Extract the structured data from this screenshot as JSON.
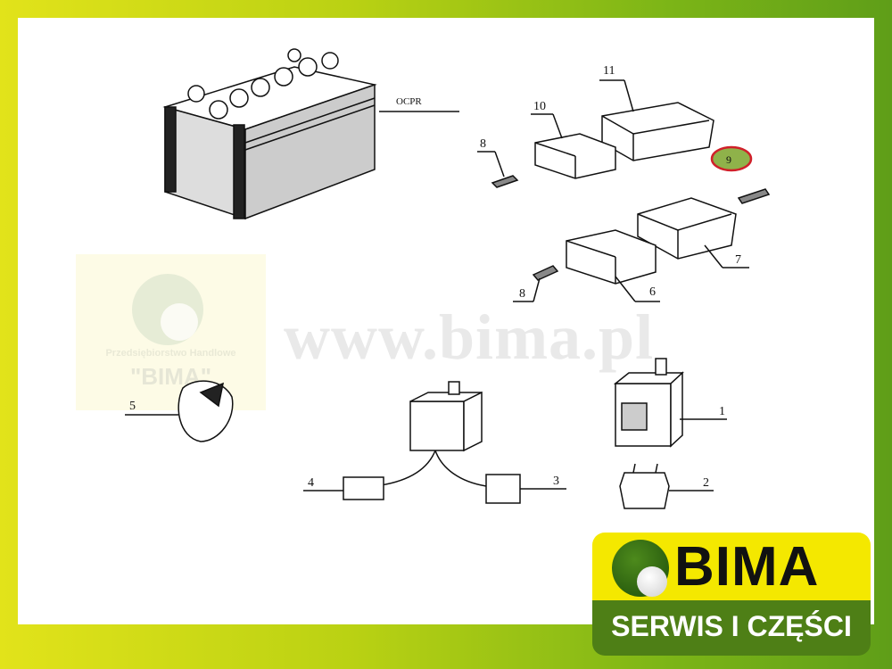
{
  "watermark": {
    "company_line": "Przedsiębiorstwo Handlowe",
    "company_name": "\"BIMA\"",
    "url": "www.bima.pl"
  },
  "callouts": {
    "battery": "OCPR",
    "p11": "11",
    "p10": "10",
    "p8a": "8",
    "p9": "9",
    "p7": "7",
    "p6": "6",
    "p8b": "8",
    "p5": "5",
    "p4": "4",
    "p3": "3",
    "p1": "1",
    "p2": "2"
  },
  "highlight_color": "#d0202a",
  "highlight_fill": "#8fb24a",
  "logo": {
    "name": "BIMA",
    "tagline": "SERWIS I CZĘŚCI",
    "yellow": "#f4e800",
    "green": "#4e7f16"
  }
}
